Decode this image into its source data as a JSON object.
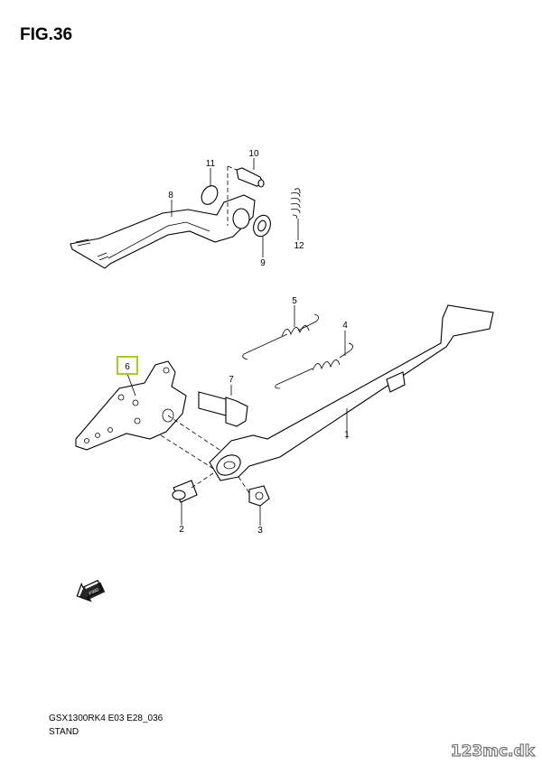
{
  "figure": {
    "title": "FIG.36"
  },
  "callouts": {
    "p1": "1",
    "p2": "2",
    "p3": "3",
    "p4": "4",
    "p5": "5",
    "p6": "6",
    "p7": "7",
    "p8": "8",
    "p9": "9",
    "p10": "10",
    "p11": "11",
    "p12": "12"
  },
  "highlight_color": "#a6cf1c",
  "fwd_label": "FWD",
  "footer": {
    "model_code": "GSX1300RK4 E03 E28_036",
    "section": "STAND"
  },
  "watermark": "123mc.dk"
}
